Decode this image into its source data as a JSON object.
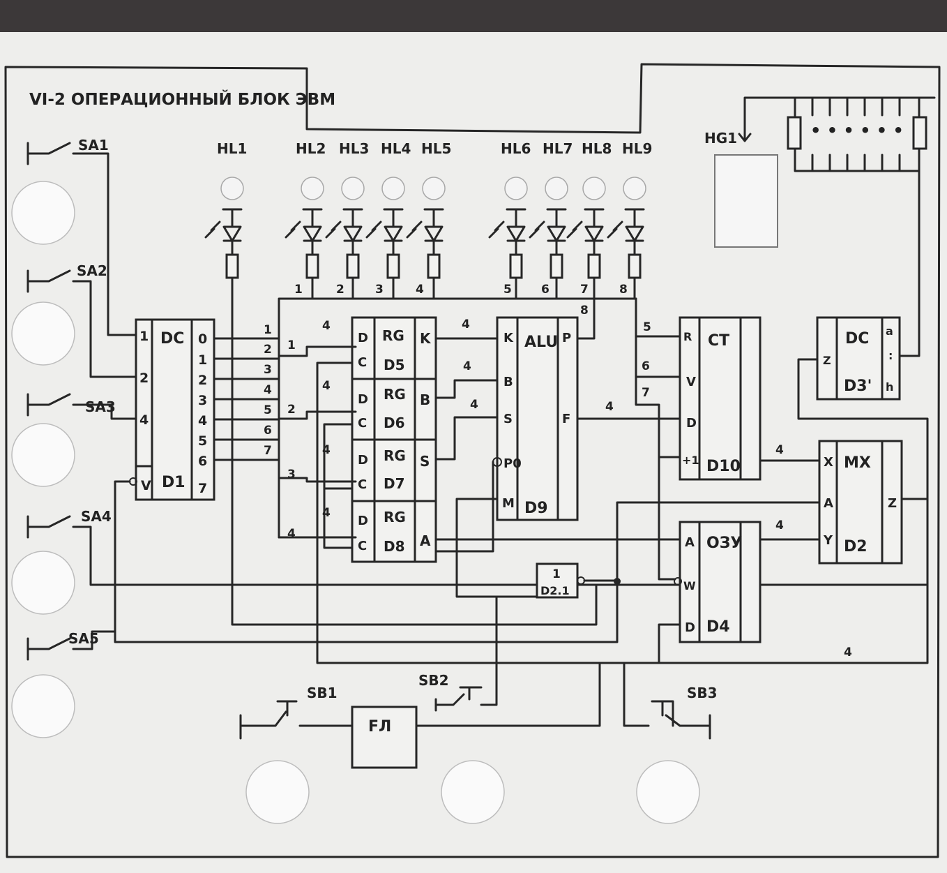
{
  "title": "VI-2 ОПЕРАЦИОННЫЙ БЛОК ЭВМ",
  "lamps": {
    "hl1": "HL1",
    "hl2": "HL2",
    "hl3": "HL3",
    "hl4": "HL4",
    "hl5": "HL5",
    "hl6": "HL6",
    "hl7": "HL7",
    "hl8": "HL8",
    "hl9": "HL9"
  },
  "lamp_bits": [
    "1",
    "2",
    "3",
    "4",
    "5",
    "6",
    "7",
    "8"
  ],
  "switches": {
    "sa1": "SA1",
    "sa2": "SA2",
    "sa3": "SA3",
    "sa4": "SA4",
    "sa5": "SA5"
  },
  "buttons": {
    "sb1": "SB1",
    "sb2": "SB2",
    "sb3": "SB3"
  },
  "indicator": "HG1",
  "d1": {
    "title": "DC",
    "name": "D1",
    "inputs": [
      "1",
      "2",
      "4"
    ],
    "enable": "V",
    "outputs": [
      "0",
      "1",
      "2",
      "3",
      "4",
      "5",
      "6",
      "7"
    ]
  },
  "bus_numbers": [
    "1",
    "2",
    "3",
    "4",
    "5",
    "6",
    "7"
  ],
  "bus_taps": [
    "1",
    "2",
    "3",
    "4"
  ],
  "registers": [
    {
      "type": "RG",
      "name": "D5",
      "d": "D",
      "c": "C",
      "out": "K"
    },
    {
      "type": "RG",
      "name": "D6",
      "d": "D",
      "c": "C",
      "out": "B"
    },
    {
      "type": "RG",
      "name": "D7",
      "d": "D",
      "c": "C",
      "out": "S"
    },
    {
      "type": "RG",
      "name": "D8",
      "d": "D",
      "c": "C",
      "out": "A"
    }
  ],
  "alu": {
    "title": "ALU",
    "name": "D9",
    "inputs": [
      "K",
      "B",
      "S",
      "P0",
      "M"
    ],
    "outputs": [
      "P",
      "F"
    ]
  },
  "counter": {
    "title": "CT",
    "name": "D10",
    "pins": [
      "R",
      "V",
      "D",
      "+1"
    ],
    "inputs": [
      "5",
      "6",
      "7"
    ]
  },
  "ram": {
    "title": "ОЗУ",
    "name": "D4",
    "pins": [
      "A",
      "W",
      "D"
    ]
  },
  "mux": {
    "title": "MX",
    "name": "D2",
    "pins": [
      "X",
      "A",
      "Y"
    ],
    "out": "Z"
  },
  "dc3": {
    "title": "DC",
    "name": "D3'",
    "pin_in": "Z",
    "pins_out": [
      "a",
      ":",
      "h"
    ]
  },
  "gate": {
    "label": "1",
    "name": "D2.1"
  },
  "pulse": {
    "label": "FЛ"
  },
  "bus_width": "4",
  "bit8": "8"
}
